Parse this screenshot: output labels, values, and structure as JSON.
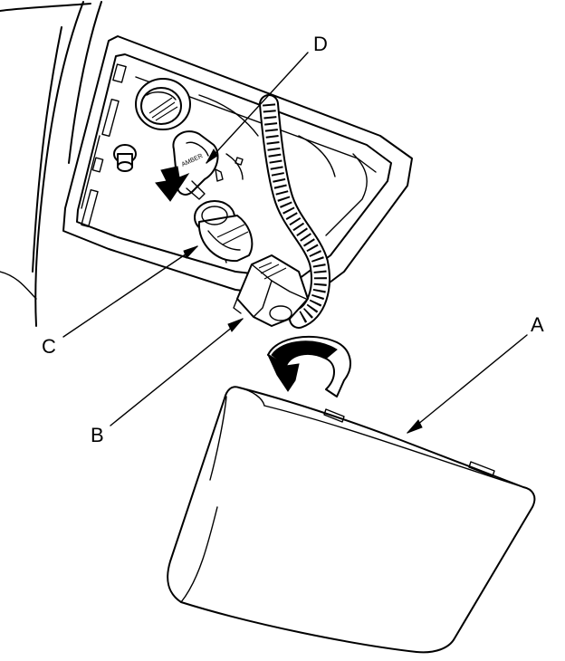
{
  "callouts": {
    "a": "A",
    "b": "B",
    "c": "C",
    "d": "D"
  },
  "bulb_marking": "AMBER"
}
